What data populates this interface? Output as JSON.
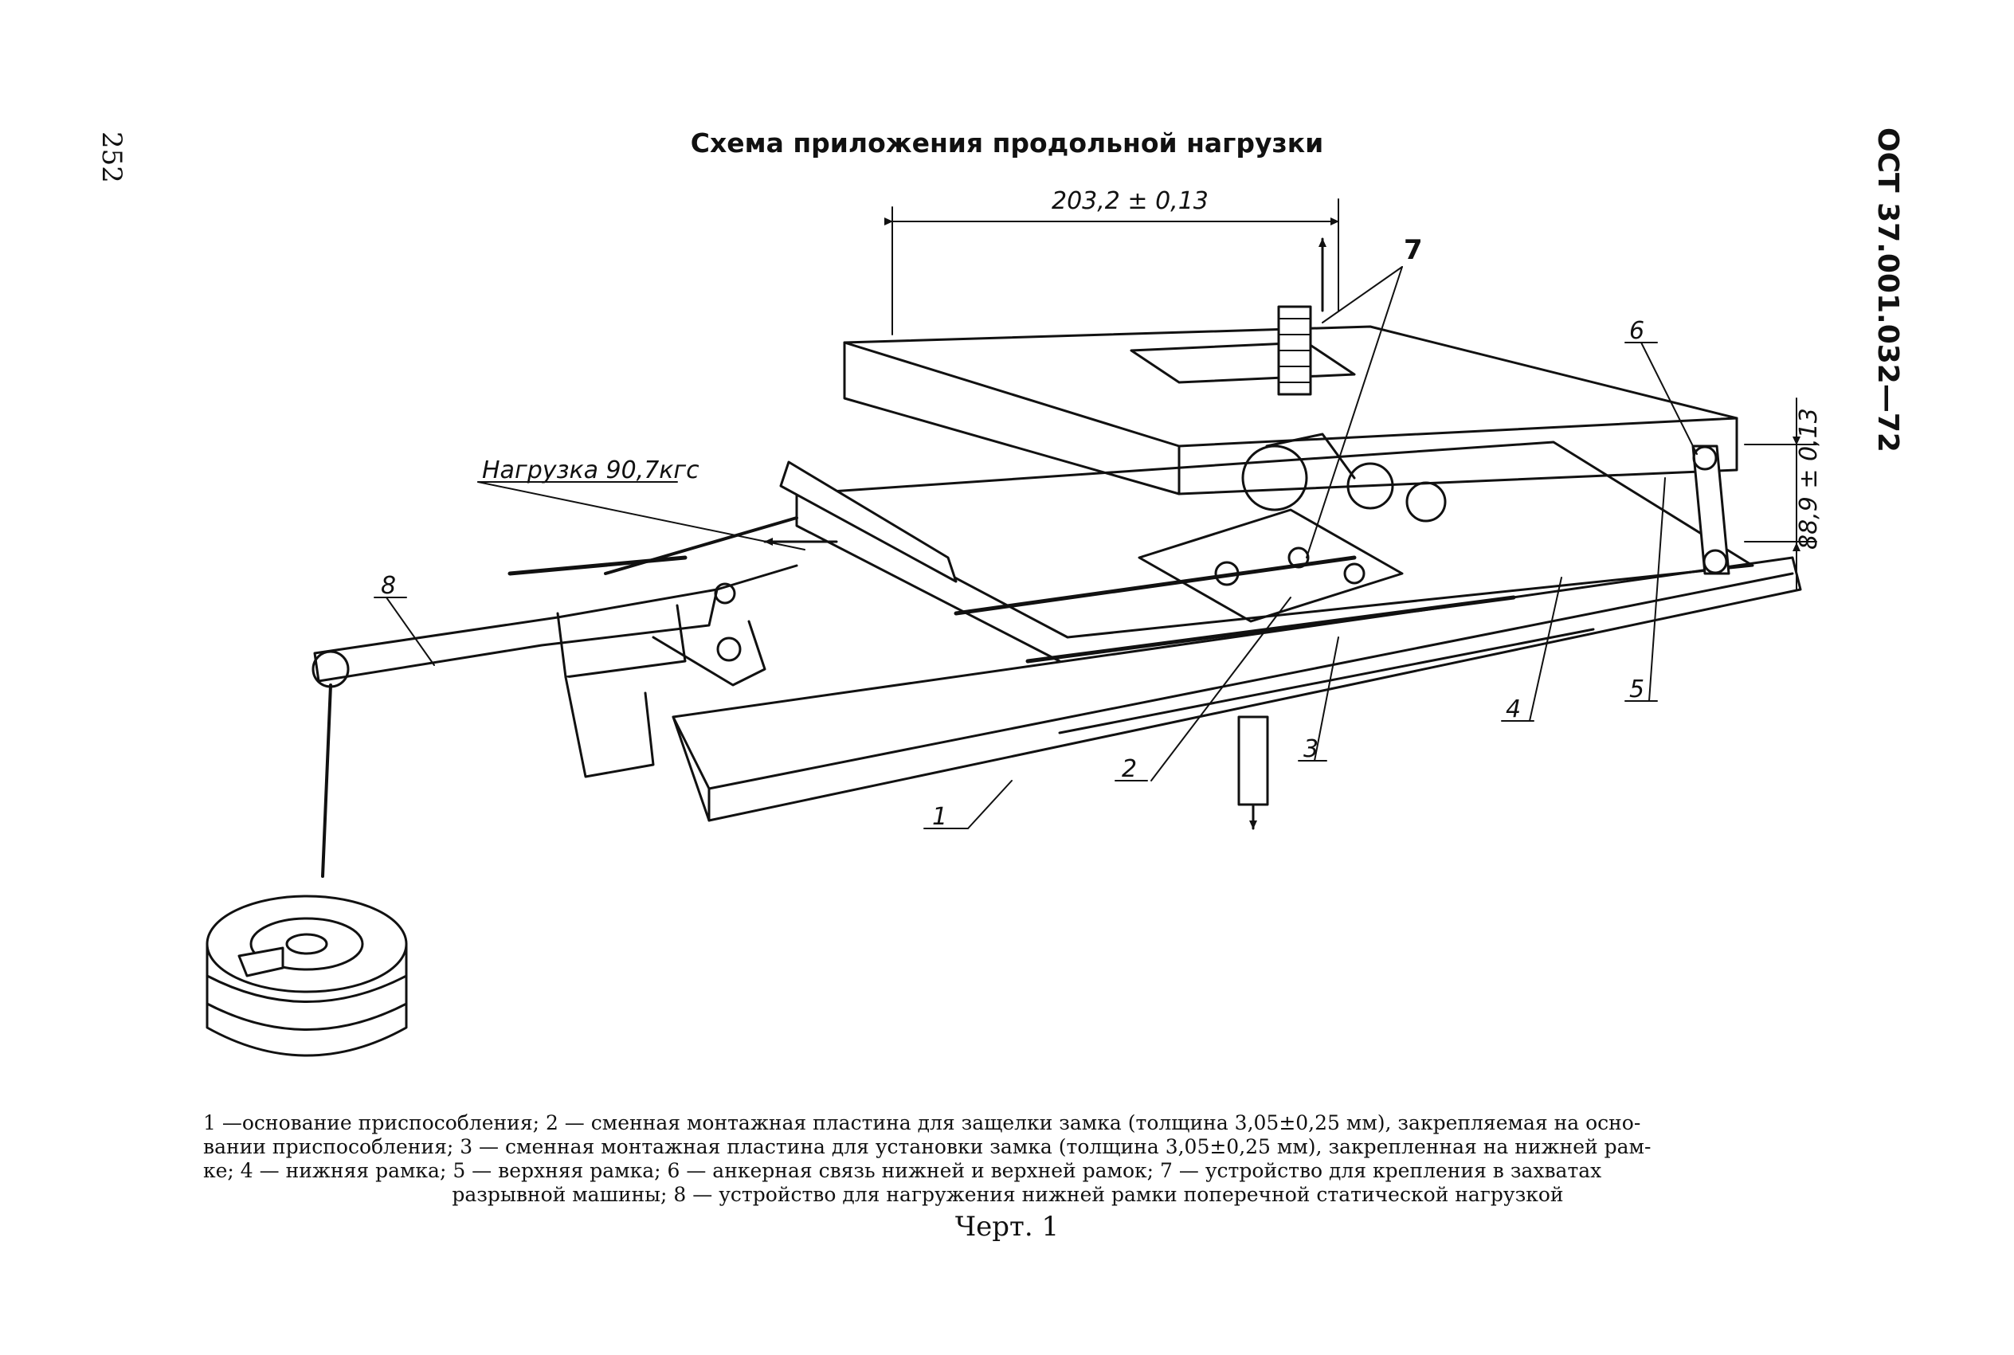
{
  "page_number": "252",
  "title": "Схема приложения продольной нагрузки",
  "doc_code": "ОСТ 37.001.032—72",
  "drawing": {
    "dim_top": "203,2 ± 0,13",
    "dim_right": "88,9 ± 0,13",
    "load_label": "Нагрузка 90,7кгс",
    "callouts": [
      "1",
      "2",
      "3",
      "4",
      "5",
      "6",
      "7",
      "8"
    ]
  },
  "caption": {
    "lines": [
      "1 —основание приспособления; 2 — сменная монтажная пластина для защелки замка (толщина 3,05±0,25 мм), закрепляемая на осно-",
      "вании приспособления; 3 — сменная монтажная пластина для установки замка (толщина 3,05±0,25 мм), закрепленная на нижней рам-",
      "ке; 4 — нижняя рамка; 5 — верхняя рамка; 6 — анкерная связь нижней и верхней рамок; 7 — устройство для крепления в захватах",
      "разрывной машины; 8 — устройство для нагружения нижней рамки поперечной статической нагрузкой"
    ]
  },
  "figure_label": "Черт. 1"
}
